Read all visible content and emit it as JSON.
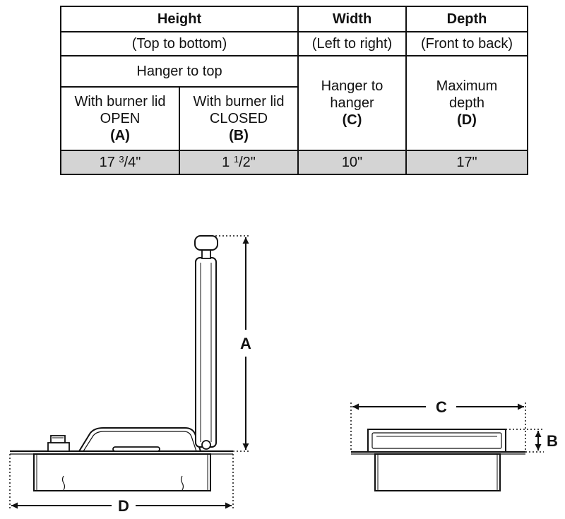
{
  "table": {
    "headers": {
      "height": "Height",
      "width": "Width",
      "depth": "Depth"
    },
    "directions": {
      "height": "(Top to bottom)",
      "width": "(Left to right)",
      "depth": "(Front to back)"
    },
    "height_group": "Hanger to top",
    "col_a": {
      "line1": "With burner lid",
      "line2": "OPEN",
      "letter": "(A)"
    },
    "col_b": {
      "line1": "With burner lid",
      "line2": "CLOSED",
      "letter": "(B)"
    },
    "col_c": {
      "line1": "Hanger to",
      "line2": "hanger",
      "letter": "(C)"
    },
    "col_d": {
      "line1": "Maximum",
      "line2": "depth",
      "letter": "(D)"
    },
    "values": {
      "a": {
        "whole": "17 ",
        "num": "3",
        "rest": "/4\""
      },
      "b": {
        "whole": "1 ",
        "num": "1",
        "rest": "/2\""
      },
      "c": "10\"",
      "d": "17\""
    }
  },
  "diagram": {
    "labels": {
      "a": "A",
      "b": "B",
      "c": "C",
      "d": "D"
    }
  },
  "colors": {
    "line": "#111111",
    "value_row": "#d4d4d4"
  }
}
